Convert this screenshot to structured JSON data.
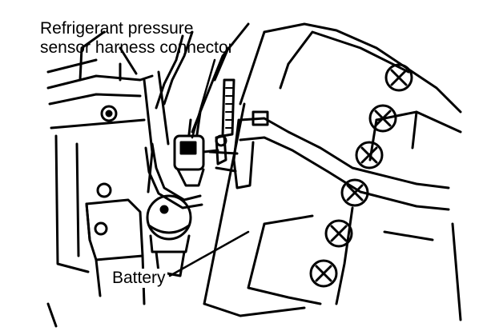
{
  "diagram": {
    "labels": {
      "connector_line1": "Refrigerant pressure",
      "connector_line2": "sensor harness connector",
      "battery": "Battery"
    },
    "colors": {
      "ink": "#000000",
      "paper": "#ffffff"
    }
  }
}
